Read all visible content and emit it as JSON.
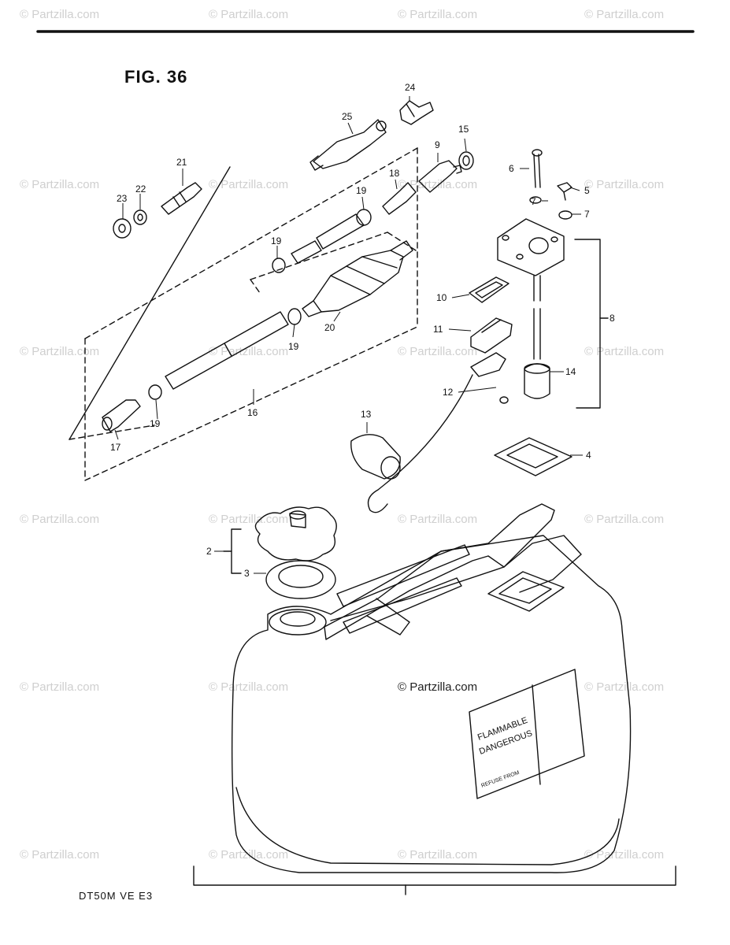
{
  "figure_title": "FIG. 36",
  "model_code": "DT50M VE E3",
  "watermark": "© Partzilla.com",
  "center_watermark": "© Partzilla.com",
  "tank_decal": {
    "left_lines": [
      "FLAMMABLE",
      "DANGEROUS"
    ],
    "bottom_line": "REFUSE FROM"
  },
  "callouts": [
    {
      "id": "c2",
      "label": "2"
    },
    {
      "id": "c3",
      "label": "3"
    },
    {
      "id": "c4",
      "label": "4"
    },
    {
      "id": "c5",
      "label": "5"
    },
    {
      "id": "c6",
      "label": "6"
    },
    {
      "id": "c7a",
      "label": "7"
    },
    {
      "id": "c7b",
      "label": "7"
    },
    {
      "id": "c8",
      "label": "8"
    },
    {
      "id": "c9",
      "label": "9"
    },
    {
      "id": "c10",
      "label": "10"
    },
    {
      "id": "c11",
      "label": "11"
    },
    {
      "id": "c12",
      "label": "12"
    },
    {
      "id": "c13",
      "label": "13"
    },
    {
      "id": "c14",
      "label": "14"
    },
    {
      "id": "c15",
      "label": "15"
    },
    {
      "id": "c16",
      "label": "16"
    },
    {
      "id": "c17",
      "label": "17"
    },
    {
      "id": "c18",
      "label": "18"
    },
    {
      "id": "c19a",
      "label": "19"
    },
    {
      "id": "c19b",
      "label": "19"
    },
    {
      "id": "c19c",
      "label": "19"
    },
    {
      "id": "c19d",
      "label": "19"
    },
    {
      "id": "c20",
      "label": "20"
    },
    {
      "id": "c21",
      "label": "21"
    },
    {
      "id": "c22",
      "label": "22"
    },
    {
      "id": "c23",
      "label": "23"
    },
    {
      "id": "c24",
      "label": "24"
    },
    {
      "id": "c25",
      "label": "25"
    }
  ]
}
